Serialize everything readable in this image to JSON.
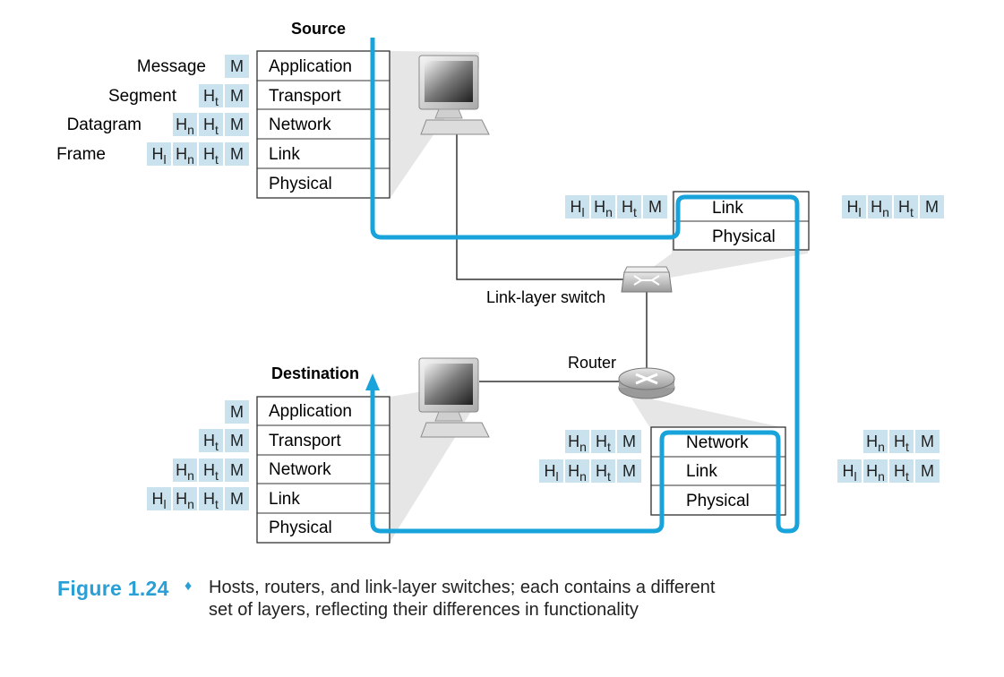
{
  "source_title": "Source",
  "destination_title": "Destination",
  "switch_label": "Link-layer switch",
  "router_label": "Router",
  "message_labels": [
    "Message",
    "Segment",
    "Datagram",
    "Frame"
  ],
  "header_symbols": {
    "message": "M",
    "transport": "t",
    "network": "n",
    "link": "l",
    "H": "H"
  },
  "layers": {
    "application": "Application",
    "transport": "Transport",
    "network": "Network",
    "link": "Link",
    "physical": "Physical"
  },
  "caption": {
    "label": "Figure 1.24",
    "bullet": "♦",
    "text": "Hosts, routers, and link-layer switches; each contains a different set of layers, reflecting their differences in functionality"
  },
  "colors": {
    "flow_line": "#19a3db",
    "header_box": "#c9e2ee",
    "caption_accent": "#2a9fd6",
    "shadow_cone": "#e4e4e4"
  },
  "icons": [
    "monitor-icon",
    "keyboard-icon",
    "switch-icon",
    "router-icon"
  ]
}
